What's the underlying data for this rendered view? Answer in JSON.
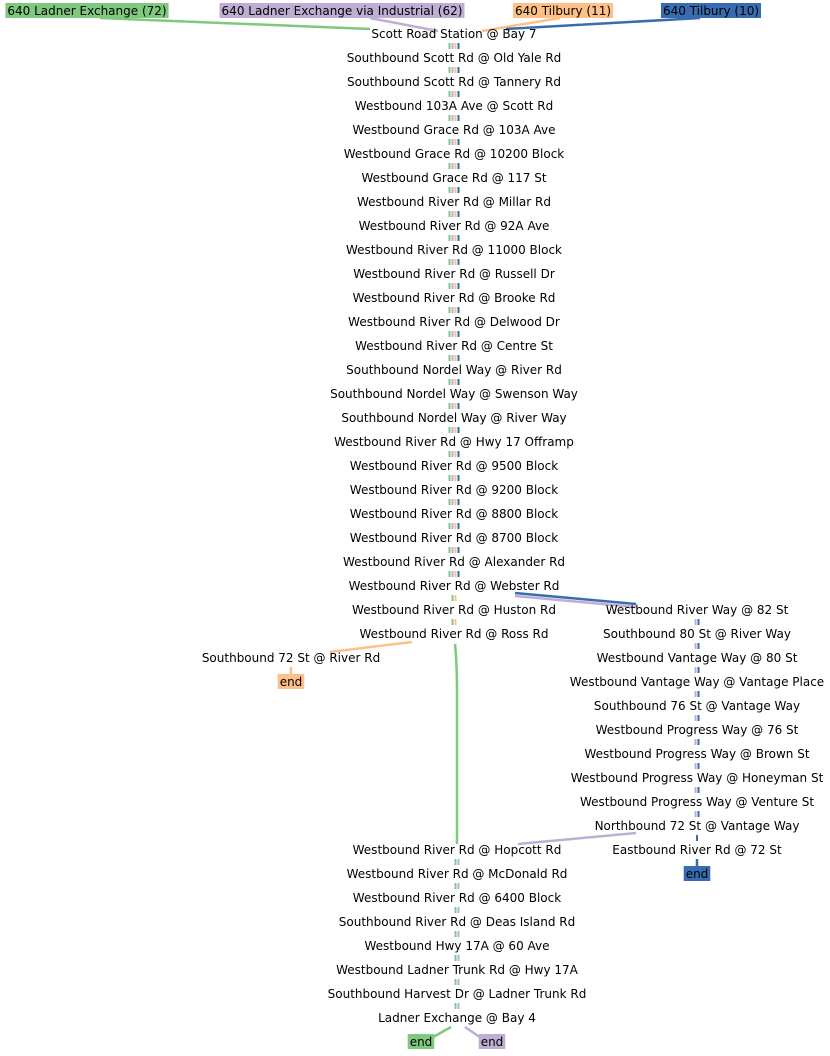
{
  "colors": {
    "route_72": "#7fc97f",
    "route_62": "#beaed4",
    "route_11": "#fdc086",
    "route_10": "#386cb0",
    "label_bg_62": "#beaed4",
    "label_bg_11": "#fdc086",
    "text": "#000000"
  },
  "routes": [
    {
      "id": "r72",
      "label": "640 Ladner Exchange (72)",
      "color": "#7fc97f"
    },
    {
      "id": "r62",
      "label": "640 Ladner Exchange via Industrial (62)",
      "color": "#beaed4"
    },
    {
      "id": "r11",
      "label": "640 Tilbury (11)",
      "color": "#fdc086"
    },
    {
      "id": "r10",
      "label": "640 Tilbury (10)",
      "color": "#386cb0"
    }
  ],
  "trunk_stops": [
    "Scott Road Station @ Bay 7",
    "Southbound Scott Rd @ Old Yale Rd",
    "Southbound Scott Rd @ Tannery Rd",
    "Westbound 103A Ave @ Scott Rd",
    "Westbound Grace Rd @ 103A Ave",
    "Westbound Grace Rd @ 10200 Block",
    "Westbound Grace Rd @ 117 St",
    "Westbound River Rd @ Millar Rd",
    "Westbound River Rd @ 92A Ave",
    "Westbound River Rd @ 11000 Block",
    "Westbound River Rd @ Russell Dr",
    "Westbound River Rd @ Brooke Rd",
    "Westbound River Rd @ Delwood Dr",
    "Westbound River Rd @ Centre St",
    "Southbound Nordel Way @ River Rd",
    "Southbound Nordel Way @ Swenson Way",
    "Southbound Nordel Way @ River Way",
    "Westbound River Rd @ Hwy 17 Offramp",
    "Westbound River Rd @ 9500 Block",
    "Westbound River Rd @ 9200 Block",
    "Westbound River Rd @ 8800 Block",
    "Westbound River Rd @ 8700 Block",
    "Westbound River Rd @ Alexander Rd",
    "Westbound River Rd @ Webster Rd",
    "Westbound River Rd @ Huston Rd",
    "Westbound River Rd @ Ross Rd"
  ],
  "tilbury_short_stops": [
    "Southbound 72 St @ River Rd"
  ],
  "industrial_stops": [
    "Westbound River Way @ 82 St",
    "Southbound 80 St @ River Way",
    "Westbound Vantage Way @ 80 St",
    "Westbound Vantage Way @ Vantage Place",
    "Southbound 76 St @ Vantage Way",
    "Westbound Progress Way @ 76 St",
    "Westbound Progress Way @ Brown St",
    "Westbound Progress Way @ Honeyman St",
    "Westbound Progress Way @ Venture St",
    "Northbound 72 St @ Vantage Way",
    "Eastbound River Rd @ 72 St"
  ],
  "ladner_stops": [
    "Westbound River Rd @ Hopcott Rd",
    "Westbound River Rd @ McDonald Rd",
    "Westbound River Rd @ 6400 Block",
    "Southbound River Rd @ Deas Island Rd",
    "Westbound Hwy 17A @ 60 Ave",
    "Westbound Ladner Trunk Rd @ Hwy 17A",
    "Southbound Harvest Dr @ Ladner Trunk Rd",
    "Ladner Exchange @ Bay 4"
  ],
  "end_labels": {
    "r11": "end",
    "r10": "end",
    "r72": "end",
    "r62": "end"
  }
}
